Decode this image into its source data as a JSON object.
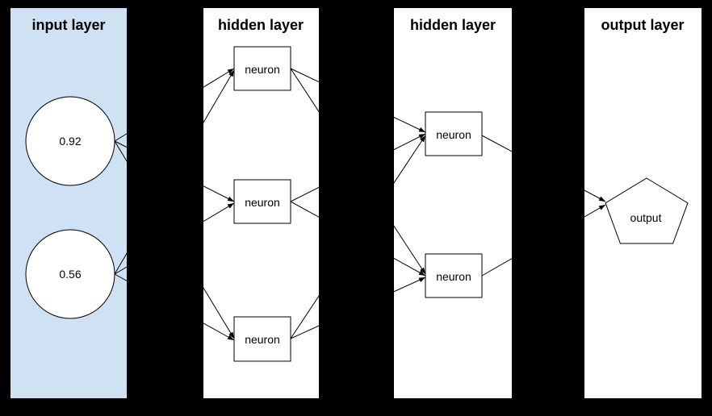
{
  "diagram": {
    "type": "neural-network",
    "background_color": "#000000",
    "arrow_color": "#000000",
    "node_fill": "#ffffff",
    "node_stroke": "#000000",
    "layers": [
      {
        "title": "input layer",
        "background_color": "#cfe2f3",
        "node_shape": "circle",
        "nodes": [
          {
            "id": "input-1",
            "label": "0.92"
          },
          {
            "id": "input-2",
            "label": "0.56"
          }
        ]
      },
      {
        "title": "hidden layer",
        "background_color": "#ffffff",
        "node_shape": "rectangle",
        "nodes": [
          {
            "id": "hidden1-1",
            "label": "neuron"
          },
          {
            "id": "hidden1-2",
            "label": "neuron"
          },
          {
            "id": "hidden1-3",
            "label": "neuron"
          }
        ]
      },
      {
        "title": "hidden layer",
        "background_color": "#ffffff",
        "node_shape": "rectangle",
        "nodes": [
          {
            "id": "hidden2-1",
            "label": "neuron"
          },
          {
            "id": "hidden2-2",
            "label": "neuron"
          }
        ]
      },
      {
        "title": "output layer",
        "background_color": "#ffffff",
        "node_shape": "pentagon",
        "nodes": [
          {
            "id": "output-1",
            "label": "output"
          }
        ]
      }
    ],
    "connections": [
      {
        "from": "input-1",
        "to": "hidden1-1"
      },
      {
        "from": "input-1",
        "to": "hidden1-2"
      },
      {
        "from": "input-1",
        "to": "hidden1-3"
      },
      {
        "from": "input-2",
        "to": "hidden1-1"
      },
      {
        "from": "input-2",
        "to": "hidden1-2"
      },
      {
        "from": "input-2",
        "to": "hidden1-3"
      },
      {
        "from": "hidden1-1",
        "to": "hidden2-1"
      },
      {
        "from": "hidden1-1",
        "to": "hidden2-2"
      },
      {
        "from": "hidden1-2",
        "to": "hidden2-1"
      },
      {
        "from": "hidden1-2",
        "to": "hidden2-2"
      },
      {
        "from": "hidden1-3",
        "to": "hidden2-1"
      },
      {
        "from": "hidden1-3",
        "to": "hidden2-2"
      },
      {
        "from": "hidden2-1",
        "to": "output-1"
      },
      {
        "from": "hidden2-2",
        "to": "output-1"
      }
    ]
  }
}
